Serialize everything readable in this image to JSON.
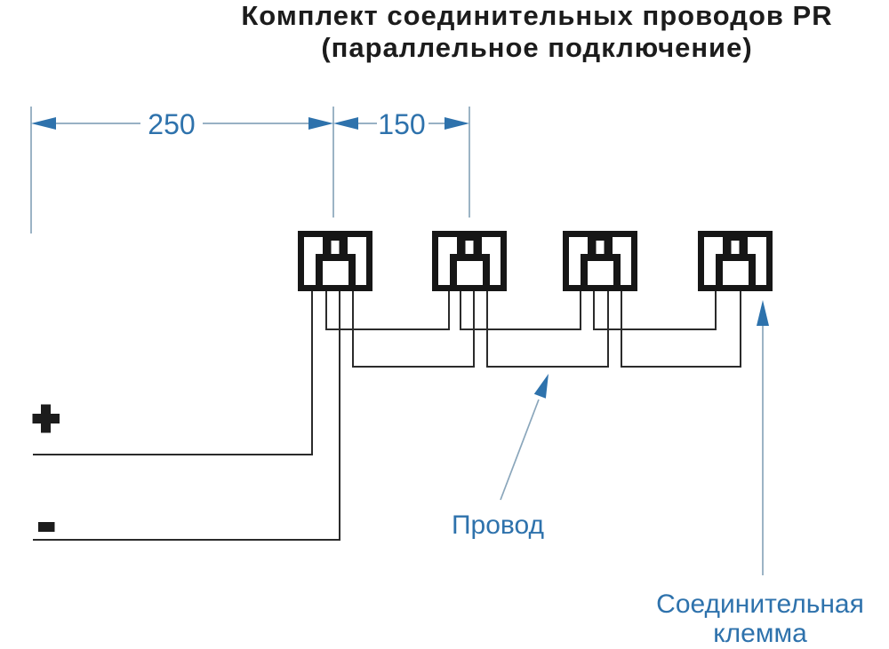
{
  "title": {
    "line1": "Комплект соединительных проводов PR",
    "line2": "(параллельное подключение)"
  },
  "dimensions": {
    "segment1_value": "250",
    "segment2_value": "150"
  },
  "terminals": {
    "plus_label": "+",
    "minus_label": "-"
  },
  "callouts": {
    "wire_label": "Провод",
    "clamp_label_line1": "Соединительная",
    "clamp_label_line2": "клемма"
  },
  "connectors": {
    "count": "4"
  },
  "colors": {
    "accent_blue": "#2e72ac",
    "thin_line_blue": "#8aa6bb",
    "wire_black": "#2b2b2b",
    "connector_black": "#161616",
    "title_black": "#1c1c1c",
    "background": "#ffffff"
  }
}
